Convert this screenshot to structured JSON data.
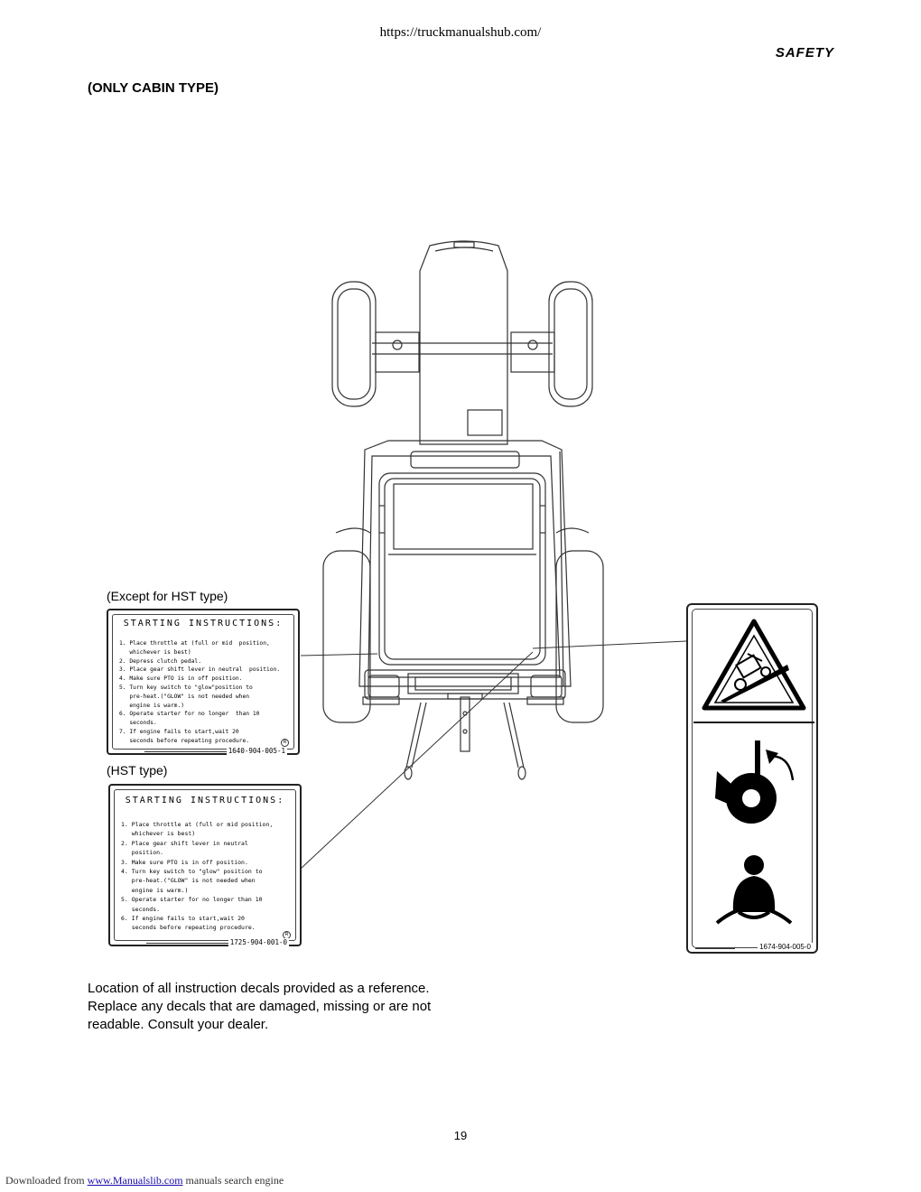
{
  "header": {
    "site_url": "https://truckmanualshub.com/",
    "section": "SAFETY"
  },
  "heading": "(ONLY CABIN TYPE)",
  "decal_except_hst": {
    "caption": "(Except for HST type)",
    "title": "STARTING INSTRUCTIONS:",
    "steps": [
      "1. Place throttle at (full or mid  position,",
      "   whichever is best)",
      "2. Depress clutch pedal.",
      "3. Place gear shift lever in neutral  position.",
      "4. Make sure PTO is in off position.",
      "5. Turn key switch to \"glow\"position to",
      "   pre-heat.(\"GLOW\" is not needed when",
      "   engine is warm.)",
      "6. Operate starter for no longer  than 10",
      "   seconds.",
      "7. If engine fails to start,wait 20",
      "   seconds before repeating procedure."
    ],
    "part_number": "1640-904-005-1"
  },
  "decal_hst": {
    "caption": "(HST type)",
    "title": "STARTING INSTRUCTIONS:",
    "steps": [
      "1. Place throttle at (full or mid position,",
      "   whichever is best)",
      "2. Place gear shift lever in neutral",
      "   position.",
      "3. Make sure PTO is in off position.",
      "4. Turn key switch to \"glow\" position to",
      "   pre-heat.(\"GLOW\" is not needed when",
      "   engine is warm.)",
      "5. Operate starter for no longer than 10",
      "   seconds.",
      "6. If engine fails to start,wait 20",
      "   seconds before repeating procedure."
    ],
    "part_number": "1725-904-001-0"
  },
  "decal_rollover": {
    "part_number": "1674-904-005-0",
    "icons": [
      "rollover-warning-icon",
      "rops-raise-icon",
      "seatbelt-icon"
    ]
  },
  "description": "Location of all instruction decals provided as a reference. Replace any decals that are damaged, missing or are not readable. Consult your dealer.",
  "page_number": "19",
  "footer": {
    "prefix": "Downloaded from",
    "link": "www.Manualslib.com",
    "suffix": "manuals search engine"
  }
}
